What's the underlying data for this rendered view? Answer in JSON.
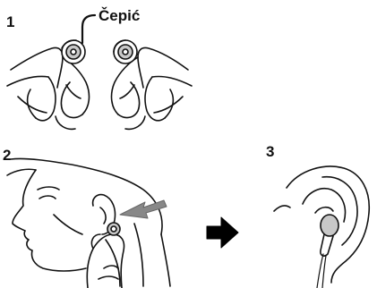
{
  "steps": [
    {
      "number": "1"
    },
    {
      "number": "2"
    },
    {
      "number": "3"
    }
  ],
  "callout": {
    "label": "Čepić"
  },
  "colors": {
    "line": "#111111",
    "arrow_fill": "#888888",
    "earbud_fill": "#c8c8c8",
    "next_arrow": "#000000"
  },
  "icons": [
    "next-step-arrow-icon",
    "insert-direction-arrow-icon"
  ]
}
